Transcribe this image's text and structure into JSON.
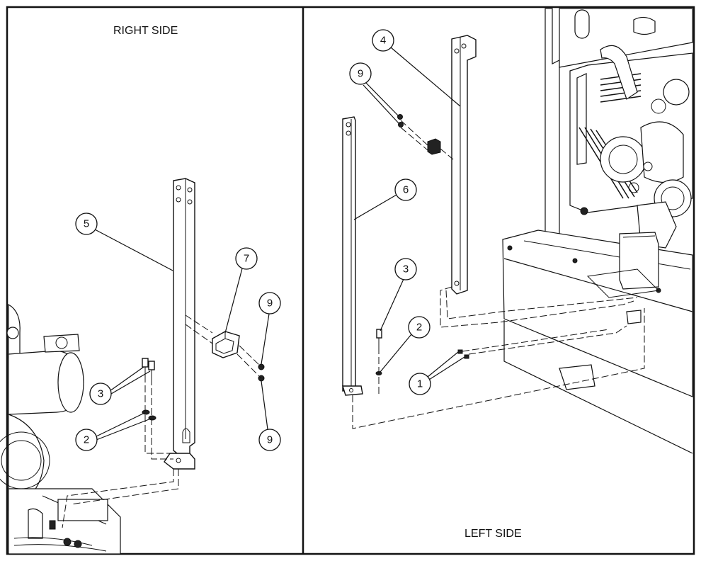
{
  "panels": {
    "right_label": "RIGHT SIDE",
    "left_label": "LEFT SIDE"
  },
  "callouts": {
    "right": [
      "5",
      "7",
      "9",
      "3",
      "2",
      "9"
    ],
    "left": [
      "4",
      "9",
      "6",
      "3",
      "2",
      "1"
    ]
  }
}
